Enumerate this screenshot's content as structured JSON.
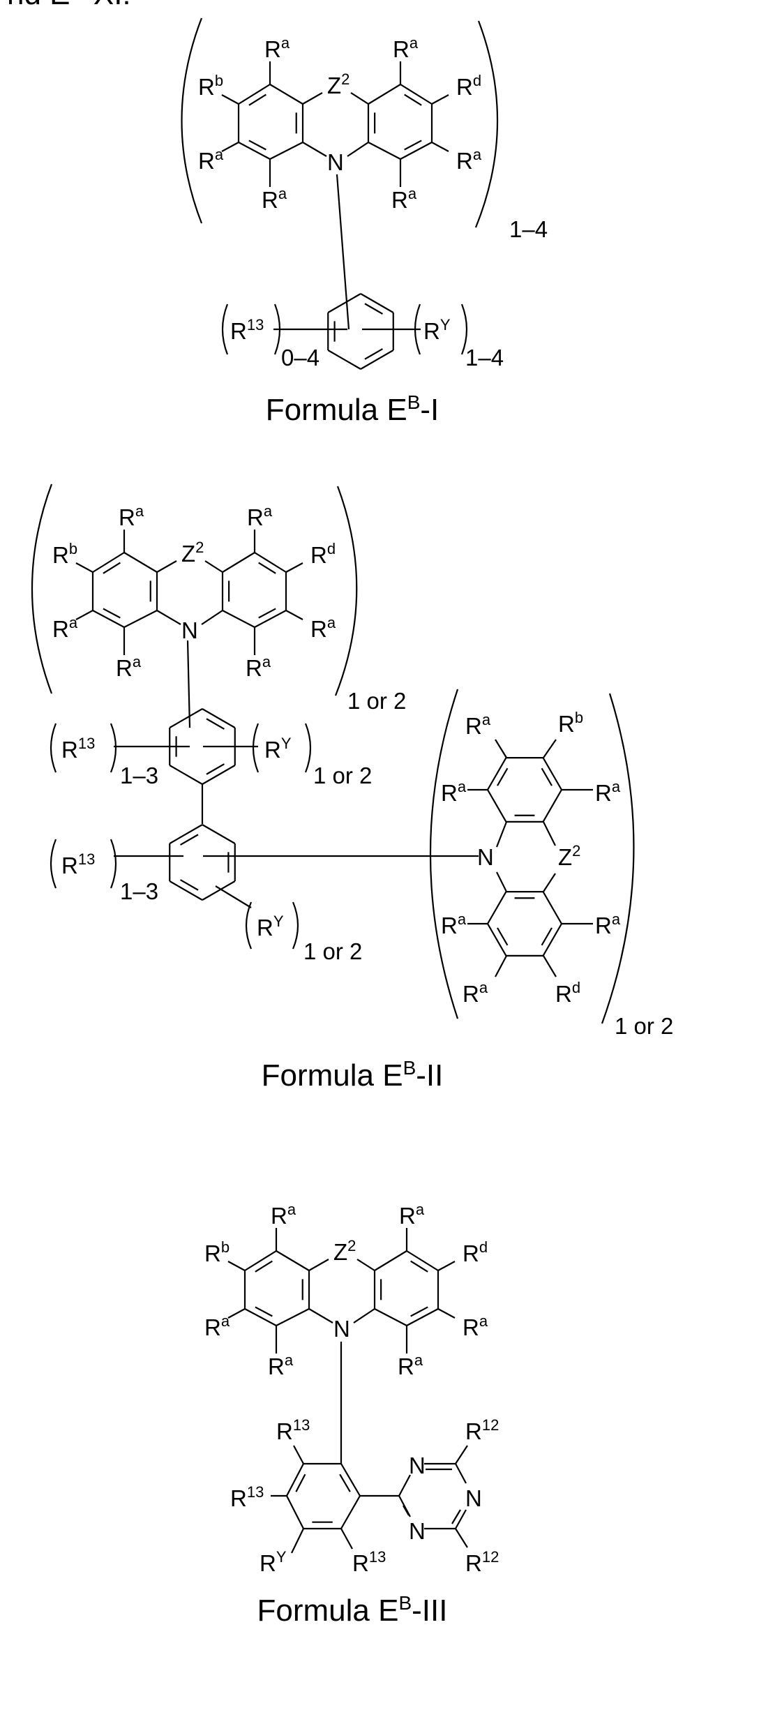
{
  "header_fragment": {
    "base": "nd E",
    "sup": "B",
    "suffix": "-XI:"
  },
  "formulas": [
    {
      "caption": {
        "base": "Formula E",
        "sup": "B",
        "suffix": "-I"
      },
      "acridine": [
        {
          "base": "R",
          "sup": "a"
        },
        {
          "base": "R",
          "sup": "b"
        },
        {
          "base": "R",
          "sup": "a"
        },
        {
          "base": "R",
          "sup": "a"
        },
        {
          "base": "Z",
          "sup": "2"
        },
        {
          "base": "N",
          "sup": ""
        },
        {
          "base": "R",
          "sup": "a"
        },
        {
          "base": "R",
          "sup": "d"
        },
        {
          "base": "R",
          "sup": "a"
        },
        {
          "base": "R",
          "sup": "a"
        }
      ],
      "extras": [
        {
          "base": "R",
          "sup": "13"
        },
        {
          "base": "0–4",
          "sup": ""
        },
        {
          "base": "R",
          "sup": "Y"
        },
        {
          "base": "1–4",
          "sup": ""
        },
        {
          "base": "1–4",
          "sup": ""
        }
      ]
    },
    {
      "caption": {
        "base": "Formula E",
        "sup": "B",
        "suffix": "-II"
      },
      "acridine": [
        {
          "base": "R",
          "sup": "a"
        },
        {
          "base": "R",
          "sup": "b"
        },
        {
          "base": "R",
          "sup": "a"
        },
        {
          "base": "R",
          "sup": "a"
        },
        {
          "base": "Z",
          "sup": "2"
        },
        {
          "base": "N",
          "sup": ""
        },
        {
          "base": "R",
          "sup": "a"
        },
        {
          "base": "R",
          "sup": "d"
        },
        {
          "base": "R",
          "sup": "a"
        },
        {
          "base": "R",
          "sup": "a"
        }
      ],
      "extras": [
        {
          "base": "1 or 2",
          "sup": ""
        },
        {
          "base": "R",
          "sup": "13"
        },
        {
          "base": "1–3",
          "sup": ""
        },
        {
          "base": "R",
          "sup": "Y"
        },
        {
          "base": "1 or 2",
          "sup": ""
        },
        {
          "base": "R",
          "sup": "13"
        },
        {
          "base": "1–3",
          "sup": ""
        },
        {
          "base": "R",
          "sup": "Y"
        },
        {
          "base": "1 or 2",
          "sup": ""
        },
        {
          "base": "R",
          "sup": "a"
        },
        {
          "base": "R",
          "sup": "b"
        },
        {
          "base": "R",
          "sup": "a"
        },
        {
          "base": "R",
          "sup": "a"
        },
        {
          "base": "N",
          "sup": ""
        },
        {
          "base": "Z",
          "sup": "2"
        },
        {
          "base": "R",
          "sup": "a"
        },
        {
          "base": "R",
          "sup": "a"
        },
        {
          "base": "R",
          "sup": "a"
        },
        {
          "base": "R",
          "sup": "d"
        },
        {
          "base": "1 or 2",
          "sup": ""
        }
      ]
    },
    {
      "caption": {
        "base": "Formula E",
        "sup": "B",
        "suffix": "-III"
      },
      "acridine": [
        {
          "base": "R",
          "sup": "a"
        },
        {
          "base": "R",
          "sup": "b"
        },
        {
          "base": "R",
          "sup": "a"
        },
        {
          "base": "R",
          "sup": "a"
        },
        {
          "base": "Z",
          "sup": "2"
        },
        {
          "base": "N",
          "sup": ""
        },
        {
          "base": "R",
          "sup": "a"
        },
        {
          "base": "R",
          "sup": "d"
        },
        {
          "base": "R",
          "sup": "a"
        },
        {
          "base": "R",
          "sup": "a"
        }
      ],
      "extras": [
        {
          "base": "R",
          "sup": "13"
        },
        {
          "base": "R",
          "sup": "13"
        },
        {
          "base": "R",
          "sup": "Y"
        },
        {
          "base": "R",
          "sup": "13"
        },
        {
          "base": "N",
          "sup": ""
        },
        {
          "base": "N",
          "sup": ""
        },
        {
          "base": "N",
          "sup": ""
        },
        {
          "base": "R",
          "sup": "12"
        },
        {
          "base": "R",
          "sup": "12"
        }
      ]
    }
  ]
}
